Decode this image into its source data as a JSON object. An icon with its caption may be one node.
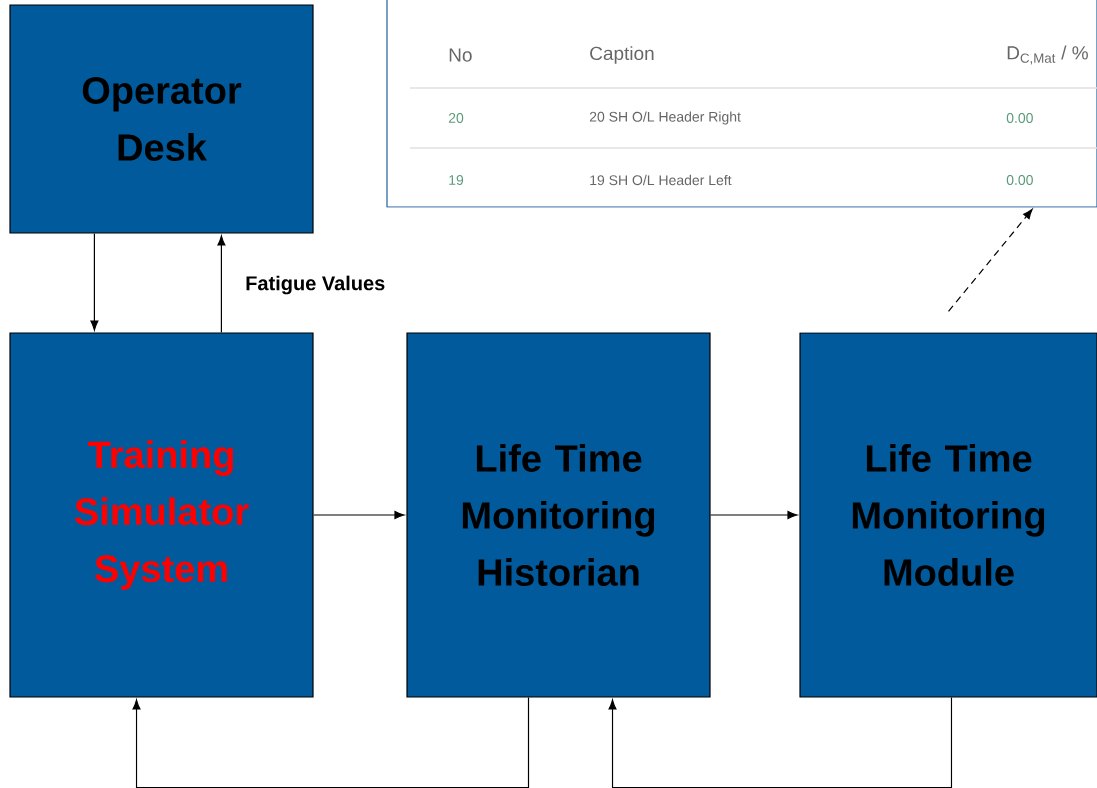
{
  "diagram": {
    "nodes": [
      {
        "text": [
          "Operator Desk"
        ]
      },
      {
        "text": [
          "Training Simulator System"
        ]
      },
      {
        "text": [
          "Life Time Monitoring Historian"
        ]
      },
      {
        "text": [
          "Life Time Monitoring Module"
        ]
      },
      {
        "text": [
          "No",
          "Caption",
          "D$_{C,Mat}$ / %",
          "20",
          "20 SH O/L Header Right",
          "0.00",
          "19",
          "19 SH O/L Header Left",
          "0.00"
        ]
      }
    ],
    "edges": [
      {
        "from": 0,
        "to": 1,
        "arrow": "to"
      },
      {
        "from": 1,
        "to": 0,
        "arrow": "to",
        "label": "Fatigue Values"
      },
      {
        "from": 1,
        "to": 2,
        "arrow": "to"
      },
      {
        "from": 2,
        "to": 3,
        "arrow": "to"
      },
      {
        "from": 2,
        "to": 1,
        "arrow": "to"
      },
      {
        "from": 3,
        "to": 2,
        "arrow": "to"
      },
      {
        "from": 3,
        "to": 4,
        "arrow": "to",
        "style": "dashed"
      }
    ]
  }
}
